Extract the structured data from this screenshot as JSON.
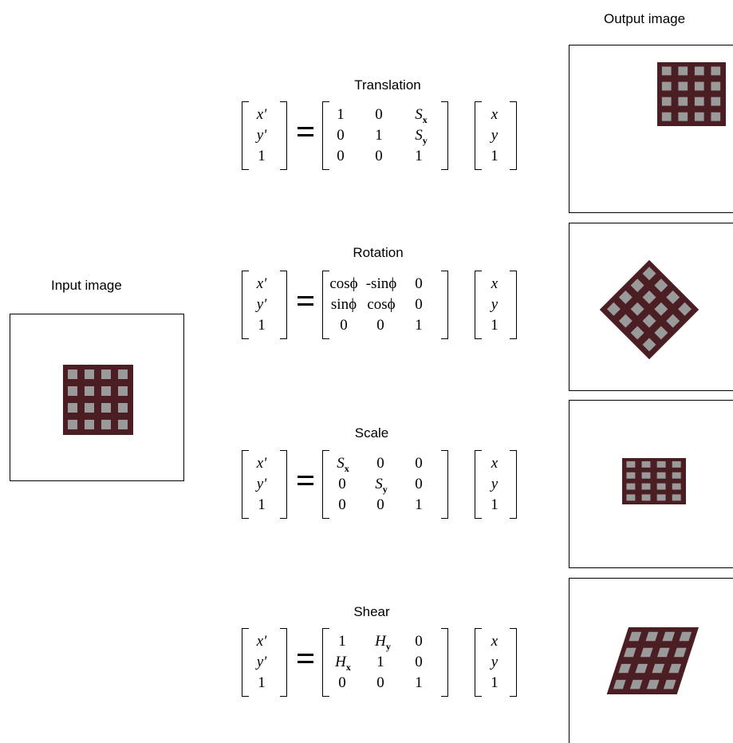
{
  "labels": {
    "output_image": "Output image",
    "input_image": "Input image"
  },
  "sections": [
    {
      "title": "Translation",
      "lhs": [
        "x'",
        "y'",
        "1"
      ],
      "matrix": [
        [
          "1",
          "0",
          "S",
          "x"
        ],
        [
          "0",
          "1",
          "S",
          "y"
        ],
        [
          "0",
          "0",
          "1",
          ""
        ]
      ],
      "rhs": [
        "x",
        "y",
        "1"
      ]
    },
    {
      "title": "Rotation",
      "lhs": [
        "x'",
        "y'",
        "1"
      ],
      "matrix_rows": [
        "cosϕ -sinϕ  0",
        "sinϕ cosϕ   0",
        "0    0     1"
      ],
      "rhs": [
        "x",
        "y",
        "1"
      ]
    },
    {
      "title": "Scale",
      "lhs": [
        "x'",
        "y'",
        "1"
      ],
      "rhs": [
        "x",
        "y",
        "1"
      ]
    },
    {
      "title": "Shear",
      "lhs": [
        "x'",
        "y'",
        "1"
      ],
      "rhs": [
        "x",
        "y",
        "1"
      ]
    }
  ],
  "matrices": {
    "translation": {
      "r1": [
        "1",
        "0",
        "S"
      ],
      "r1sub": "x",
      "r2": [
        "0",
        "1",
        "S"
      ],
      "r2sub": "y",
      "r3": [
        "0",
        "0",
        "1"
      ]
    },
    "rotation": {
      "r1c1": "cosϕ",
      "r1c2": "-sinϕ",
      "r1c3": "0",
      "r2c1": "sinϕ",
      "r2c2": "cosϕ",
      "r2c3": "0",
      "r3c1": "0",
      "r3c2": "0",
      "r3c3": "1"
    },
    "scale": {
      "r1c1": "S",
      "r1c1sub": "x",
      "r1c2": "0",
      "r1c3": "0",
      "r2c1": "0",
      "r2c2": "S",
      "r2c2sub": "y",
      "r2c3": "0",
      "r3c1": "0",
      "r3c2": "0",
      "r3c3": "1"
    },
    "shear": {
      "r1c1": "1",
      "r1c2": "H",
      "r1c2sub": "y",
      "r1c3": "0",
      "r2c1": "H",
      "r2c1sub": "x",
      "r2c2": "1",
      "r2c3": "0",
      "r3c1": "0",
      "r3c2": "0",
      "r3c3": "1"
    }
  },
  "vector_lhs": {
    "a": "x'",
    "b": "y'",
    "c": "1"
  },
  "vector_rhs": {
    "a": "x",
    "b": "y",
    "c": "1"
  },
  "colors": {
    "grid_dark": "#4a1e23",
    "grid_light": "#9a9a9a"
  }
}
